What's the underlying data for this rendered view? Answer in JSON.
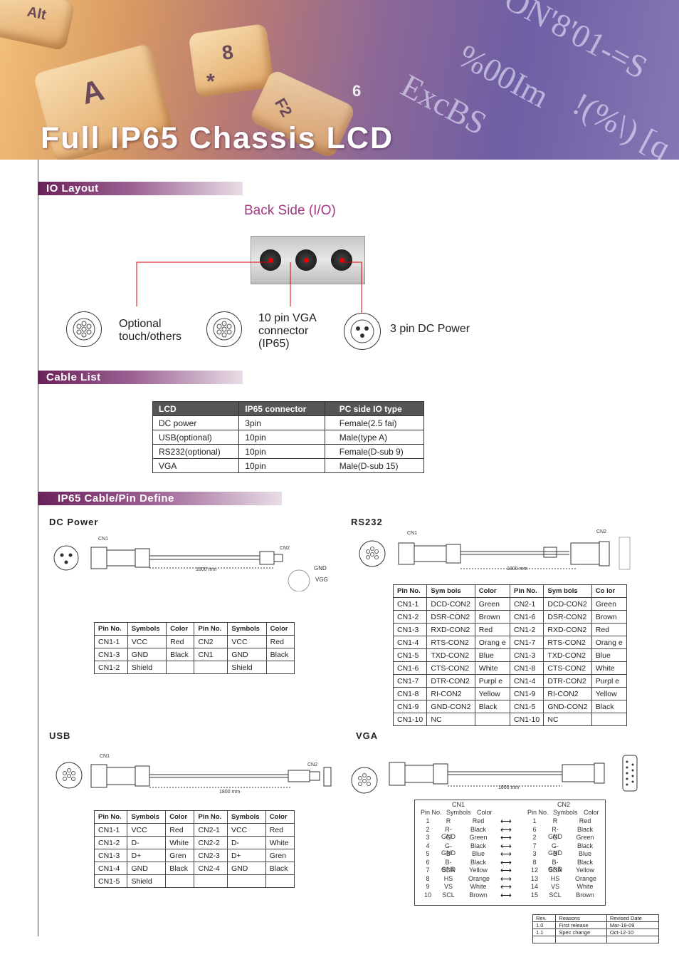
{
  "header": {
    "title": "Full IP65 Chassis LCD",
    "bg_keys": [
      "Alt",
      "8",
      "*",
      "A",
      "F2",
      "6"
    ],
    "bg_text": [
      "ON'8'01-=S",
      "%00Im",
      "ExcBS",
      "!(%\\) [q"
    ]
  },
  "io_layout": {
    "heading": "IO Layout",
    "back_side": "Back Side (I/O)",
    "labels": {
      "optional": "Optional\ntouch/others",
      "vga": "10 pin VGA\nconnector\n(IP65)",
      "dc": "3 pin DC Power"
    }
  },
  "cable_list": {
    "heading": "Cable List",
    "columns": [
      "LCD",
      "IP65 connector",
      "PC side IO type"
    ],
    "rows": [
      [
        "DC power",
        "3pin",
        "Female(2.5 fai)"
      ],
      [
        "USB(optional)",
        "10pin",
        "Male(type A)"
      ],
      [
        "RS232(optional)",
        "10pin",
        "Female(D-sub 9)"
      ],
      [
        "VGA",
        "10pin",
        "Male(D-sub 15)"
      ]
    ]
  },
  "pin_define": {
    "heading": "IP65  Cable/Pin Define",
    "dc": {
      "title": "DC Power",
      "cn1": "CN1",
      "cn2": "CN2",
      "length": "1800 mm",
      "gnd": "GND",
      "vgg": "VGG",
      "columns": [
        "Pin No.",
        "Symbols",
        "Color",
        "Pin No.",
        "Symbols",
        "Color"
      ],
      "rows": [
        [
          "CN1-1",
          "VCC",
          "Red",
          "CN2",
          "VCC",
          "Red"
        ],
        [
          "CN1-3",
          "GND",
          "Black",
          "CN1",
          "GND",
          "Black"
        ],
        [
          "CN1-2",
          "Shield",
          "",
          "",
          "Shield",
          ""
        ]
      ]
    },
    "rs232": {
      "title": "RS232",
      "cn1": "CN1",
      "cn2": "CN2",
      "length": "1800 mm",
      "columns": [
        "Pin No.",
        "Sym bols",
        "Color",
        "Pin No.",
        "Sym bols",
        "Co lor"
      ],
      "rows": [
        [
          "CN1-1",
          "DCD-CON2",
          "Green",
          "CN2-1",
          "DCD-CON2",
          "Green"
        ],
        [
          "CN1-2",
          "DSR-CON2",
          "Brown",
          "CN1-6",
          "DSR-CON2",
          "Brown"
        ],
        [
          "CN1-3",
          "RXD-CON2",
          "Red",
          "CN1-2",
          "RXD-CON2",
          "Red"
        ],
        [
          "CN1-4",
          "RTS-CON2",
          "Orang e",
          "CN1-7",
          "RTS-CON2",
          "Orang e"
        ],
        [
          "CN1-5",
          "TXD-CON2",
          "Blue",
          "CN1-3",
          "TXD-CON2",
          "Blue"
        ],
        [
          "CN1-6",
          "CTS-CON2",
          "White",
          "CN1-8",
          "CTS-CON2",
          "White"
        ],
        [
          "CN1-7",
          "DTR-CON2",
          "Purpl e",
          "CN1-4",
          "DTR-CON2",
          "Purpl e"
        ],
        [
          "CN1-8",
          "RI-CON2",
          "Yellow",
          "CN1-9",
          "RI-CON2",
          "Yellow"
        ],
        [
          "CN1-9",
          "GND-CON2",
          "Black",
          "CN1-5",
          "GND-CON2",
          "Black"
        ],
        [
          "CN1-10",
          "NC",
          "",
          "CN1-10",
          "NC",
          ""
        ]
      ]
    },
    "usb": {
      "title": "USB",
      "cn1": "CN1",
      "cn2": "CN2",
      "length": "1800 mm",
      "columns": [
        "Pin No.",
        "Symbols",
        "Color",
        "Pin No.",
        "Symbols",
        "Color"
      ],
      "rows": [
        [
          "CN1-1",
          "VCC",
          "Red",
          "CN2-1",
          "VCC",
          "Red"
        ],
        [
          "CN1-2",
          "D-",
          "White",
          "CN2-2",
          "D-",
          "White"
        ],
        [
          "CN1-3",
          "D+",
          "Gren",
          "CN2-3",
          "D+",
          "Gren"
        ],
        [
          "CN1-4",
          "GND",
          "Black",
          "CN2-4",
          "GND",
          "Black"
        ],
        [
          "CN1-5",
          "Shield",
          "",
          "",
          "",
          ""
        ]
      ]
    },
    "vga": {
      "title": "VGA",
      "length": "1800 mm",
      "cn1": "CN1",
      "cn2": "CN2",
      "columns": [
        "Pin No.",
        "Symbols",
        "Color"
      ],
      "left": [
        [
          "1",
          "R",
          "Red"
        ],
        [
          "2",
          "R-GND",
          "Black"
        ],
        [
          "3",
          "G",
          "Green"
        ],
        [
          "4",
          "G-GND",
          "Black"
        ],
        [
          "5",
          "B",
          "Blue"
        ],
        [
          "6",
          "B-GND",
          "Black"
        ],
        [
          "7",
          "SDA",
          "Yellow"
        ],
        [
          "8",
          "HS",
          "Orange"
        ],
        [
          "9",
          "VS",
          "White"
        ],
        [
          "10",
          "SCL",
          "Brown"
        ]
      ],
      "right": [
        [
          "1",
          "R",
          "Red"
        ],
        [
          "6",
          "R-GND",
          "Black"
        ],
        [
          "2",
          "G",
          "Green"
        ],
        [
          "7",
          "G-GND",
          "Black"
        ],
        [
          "3",
          "B",
          "Blue"
        ],
        [
          "8",
          "B-GND",
          "Black"
        ],
        [
          "12",
          "SDA",
          "Yellow"
        ],
        [
          "13",
          "HS",
          "Orange"
        ],
        [
          "14",
          "VS",
          "White"
        ],
        [
          "15",
          "SCL",
          "Brown"
        ]
      ]
    }
  },
  "revision": {
    "columns": [
      "Rev.",
      "Reasons",
      "Revised Date"
    ],
    "rows": [
      [
        "1.0",
        "First release",
        "Mar-19-09"
      ],
      [
        "1.1",
        "Spec change",
        "Oct-12-10"
      ]
    ]
  }
}
